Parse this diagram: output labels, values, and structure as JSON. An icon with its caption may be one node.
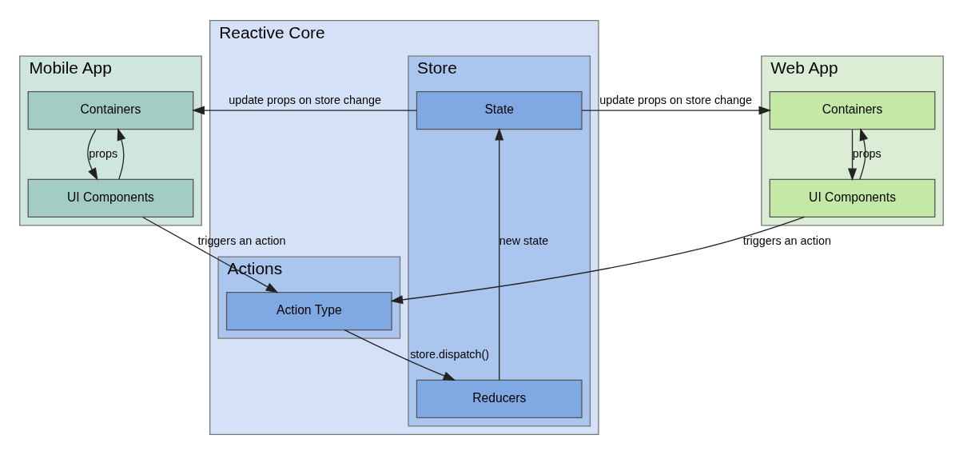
{
  "diagram": {
    "nodes": [
      {
        "text": [
          "Mobile App"
        ]
      },
      {
        "text": [
          "Containers"
        ],
        "in": 0
      },
      {
        "text": [
          "UI Components"
        ],
        "in": 0
      },
      {
        "text": [
          "Reactive Core"
        ]
      },
      {
        "text": [
          "Store"
        ],
        "in": 3
      },
      {
        "text": [
          "State"
        ],
        "in": 4
      },
      {
        "text": [
          "Reducers"
        ],
        "in": 4
      },
      {
        "text": [
          "Actions"
        ],
        "in": 3
      },
      {
        "text": [
          "Action Type"
        ],
        "in": 7
      },
      {
        "text": [
          "Web App"
        ]
      },
      {
        "text": [
          "Containers"
        ],
        "in": 9
      },
      {
        "text": [
          "UI Components"
        ],
        "in": 9
      }
    ],
    "edges": [
      {
        "from": 5,
        "to": 1,
        "arrow": "to",
        "label": "update props on store change"
      },
      {
        "from": 5,
        "to": 10,
        "arrow": "to",
        "label": "update props on store change"
      },
      {
        "from": 1,
        "to": 2,
        "arrow": "to",
        "label": "props"
      },
      {
        "from": 2,
        "to": 1,
        "arrow": "to"
      },
      {
        "from": 10,
        "to": 11,
        "arrow": "to",
        "label": "props"
      },
      {
        "from": 11,
        "to": 10,
        "arrow": "to"
      },
      {
        "from": 6,
        "to": 5,
        "arrow": "to",
        "label": "new state"
      },
      {
        "from": 8,
        "to": 6,
        "arrow": "to",
        "label": "store.dispatch()"
      },
      {
        "from": 2,
        "to": 8,
        "arrow": "to",
        "label": "triggers an action"
      },
      {
        "from": 11,
        "to": 8,
        "arrow": "to",
        "label": "triggers an action"
      }
    ]
  }
}
